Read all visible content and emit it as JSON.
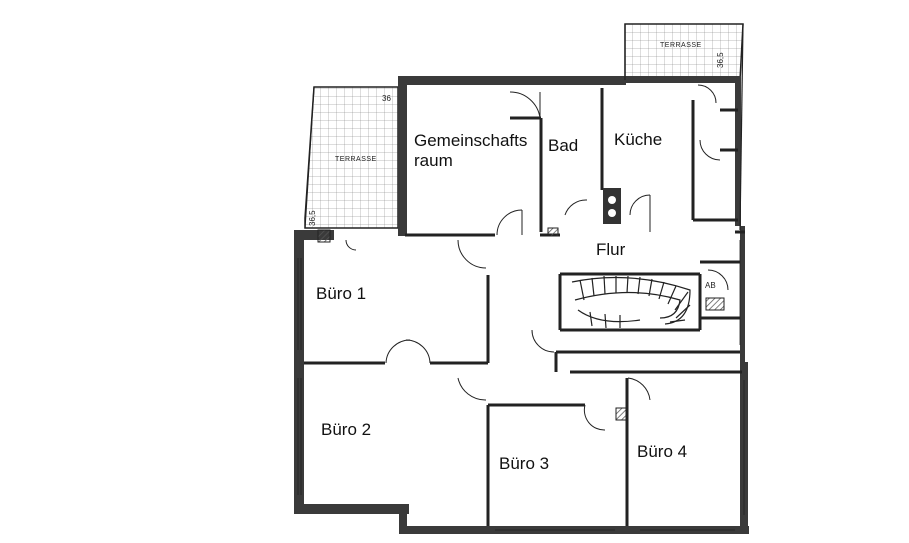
{
  "plan": {
    "rooms": {
      "gemeinschaftsraum_line1": "Gemeinschafts",
      "gemeinschaftsraum_line2": "raum",
      "bad": "Bad",
      "kueche": "Küche",
      "flur": "Flur",
      "buero1": "Büro 1",
      "buero2": "Büro 2",
      "buero3": "Büro 3",
      "buero4": "Büro 4"
    },
    "terraces": {
      "left": "TERRASSE",
      "right": "TERRASSE"
    },
    "annotations": {
      "dim_left": "36,5",
      "dim_right": "36,5",
      "dim_top": "36",
      "ab": "AB"
    }
  }
}
